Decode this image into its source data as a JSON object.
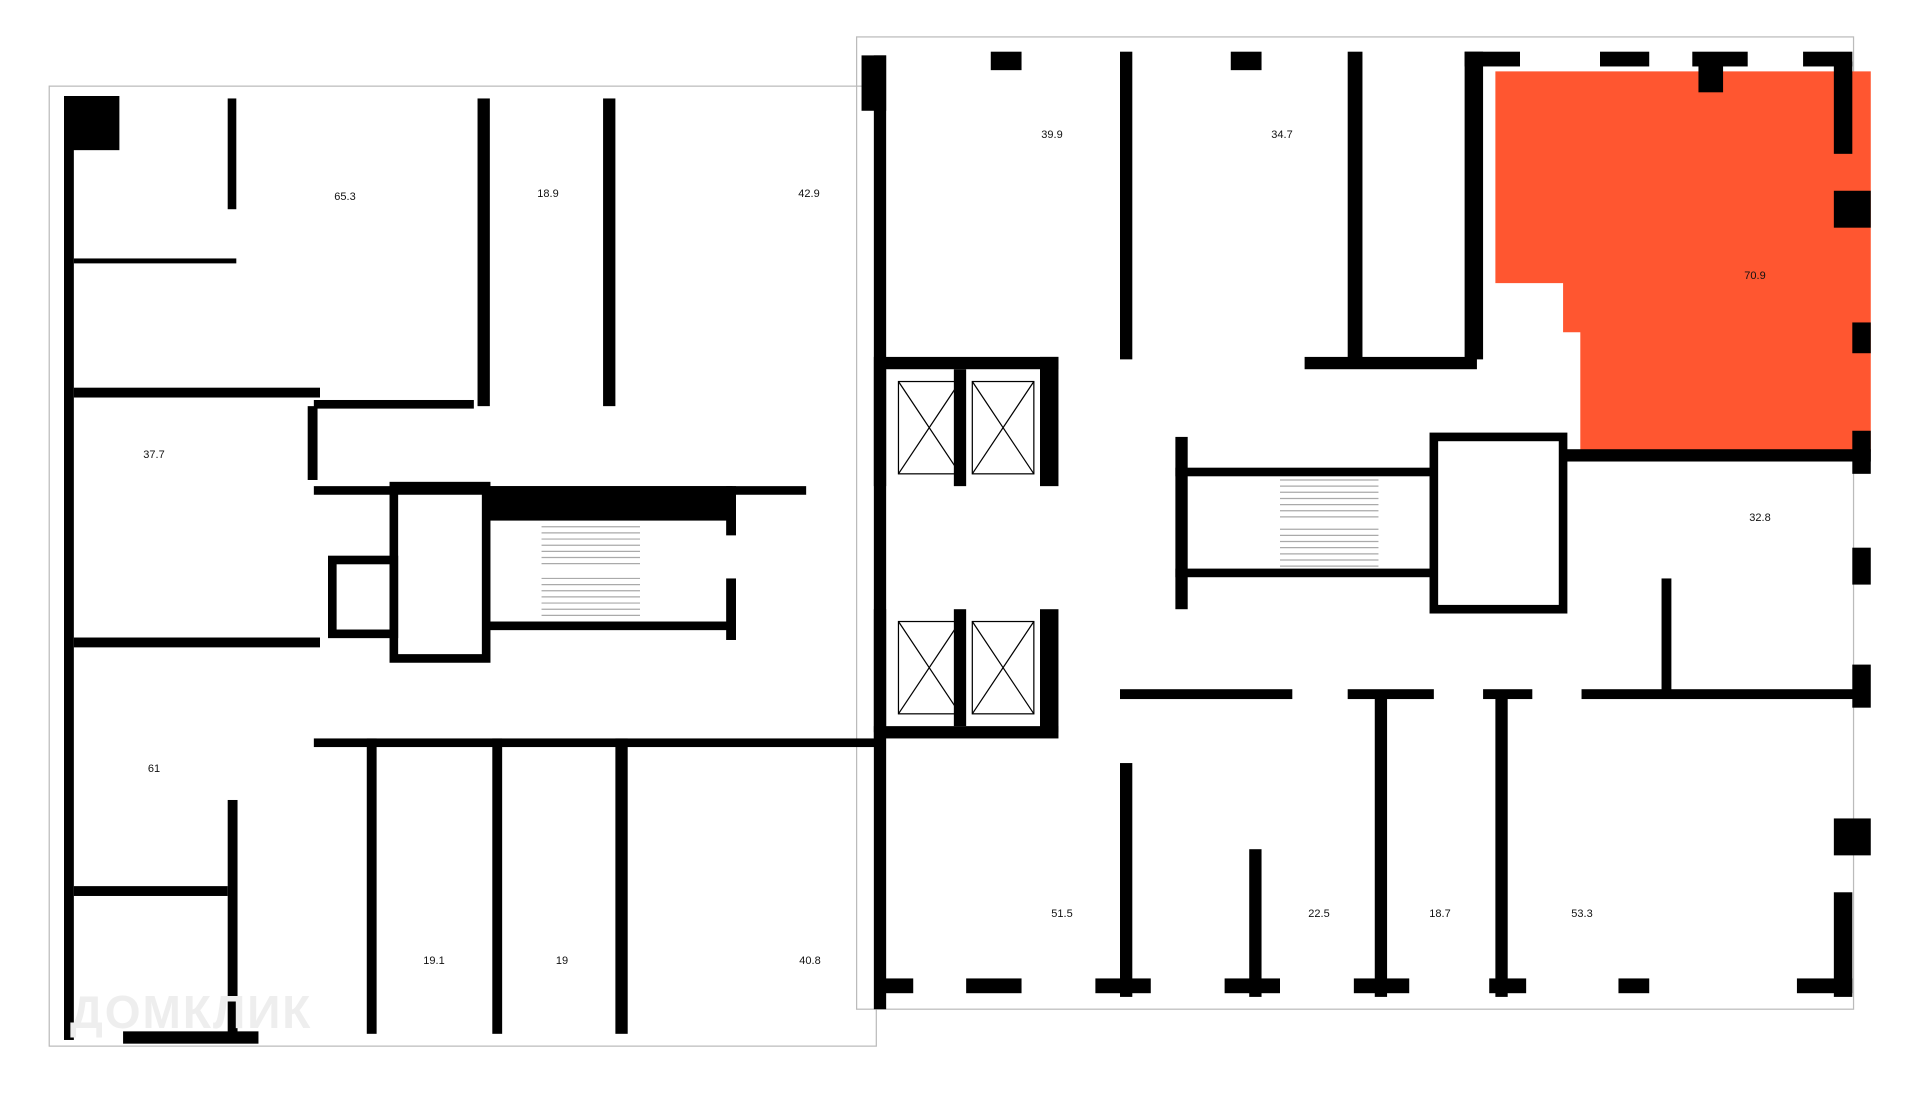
{
  "plan": {
    "highlight_color": "#FF5630",
    "wall_color": "#000000",
    "selected_unit": "70.9",
    "watermark": "ДОМКЛИК",
    "units": [
      {
        "area": "65.3"
      },
      {
        "area": "18.9"
      },
      {
        "area": "42.9"
      },
      {
        "area": "39.9"
      },
      {
        "area": "34.7"
      },
      {
        "area": "70.9"
      },
      {
        "area": "37.7"
      },
      {
        "area": "32.8"
      },
      {
        "area": "61"
      },
      {
        "area": "51.5"
      },
      {
        "area": "22.5"
      },
      {
        "area": "18.7"
      },
      {
        "area": "53.3"
      },
      {
        "area": "19.1"
      },
      {
        "area": "19"
      },
      {
        "area": "40.8"
      }
    ]
  }
}
